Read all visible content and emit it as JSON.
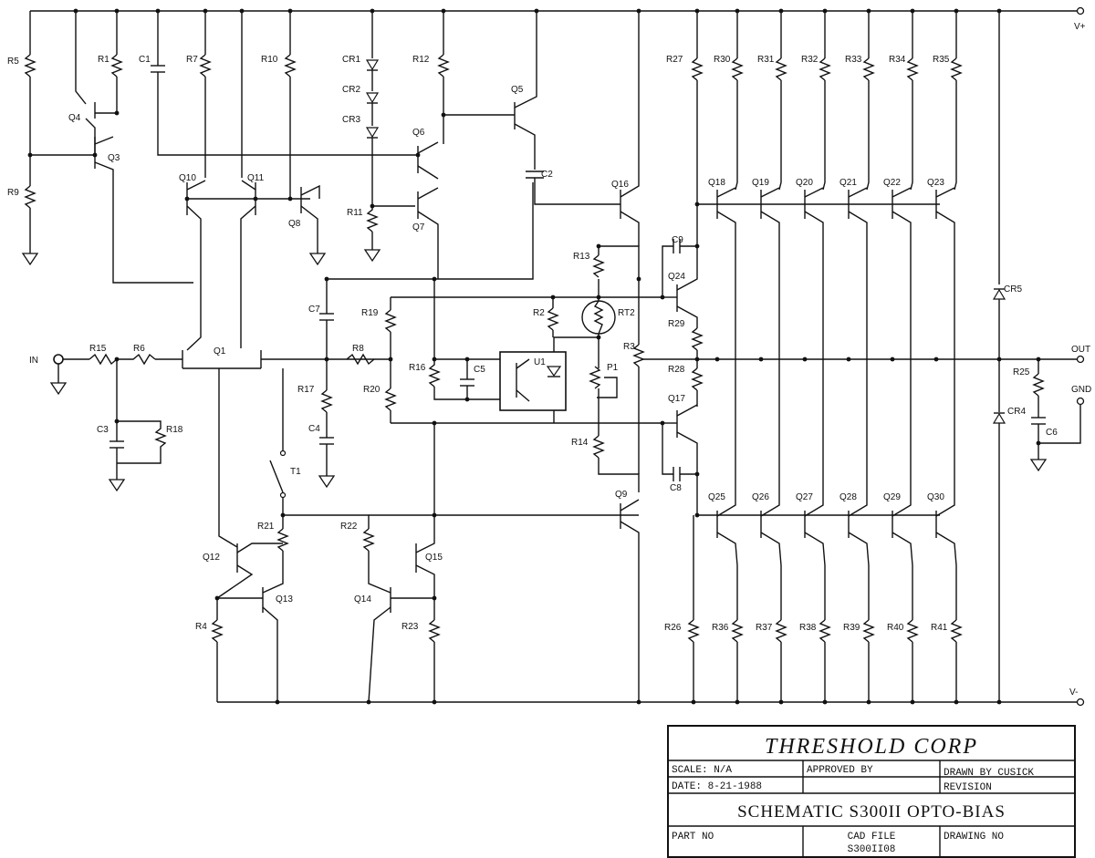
{
  "title_block": {
    "company": "THRESHOLD CORP",
    "scale": "SCALE: N/A",
    "approved": "APPROVED BY",
    "drawn": "DRAWN BY CUSICK",
    "date": "DATE: 8-21-1988",
    "revision": "REVISION",
    "schematic_title": "SCHEMATIC S300II OPTO-BIAS",
    "part_no": "PART NO",
    "cad_file_label": "CAD FILE",
    "cad_file": "S300II08",
    "drawing_no": "DRAWING NO"
  },
  "rails": {
    "vplus": "V+",
    "vminus": "V-",
    "in": "IN",
    "out": "OUT",
    "gnd": "GND"
  },
  "labels": {
    "R1": "R1",
    "R2": "R2",
    "R3": "R3",
    "R4": "R4",
    "R5": "R5",
    "R6": "R6",
    "R7": "R7",
    "R8": "R8",
    "R9": "R9",
    "R10": "R10",
    "R11": "R11",
    "R12": "R12",
    "R13": "R13",
    "R14": "R14",
    "R15": "R15",
    "R16": "R16",
    "R17": "R17",
    "R18": "R18",
    "R19": "R19",
    "R20": "R20",
    "R21": "R21",
    "R22": "R22",
    "R23": "R23",
    "R25": "R25",
    "R26": "R26",
    "R27": "R27",
    "R28": "R28",
    "R29": "R29",
    "R30": "R30",
    "R31": "R31",
    "R32": "R32",
    "R33": "R33",
    "R34": "R34",
    "R35": "R35",
    "R36": "R36",
    "R37": "R37",
    "R38": "R38",
    "R39": "R39",
    "R40": "R40",
    "R41": "R41",
    "C1": "C1",
    "C2": "C2",
    "C3": "C3",
    "C4": "C4",
    "C5": "C5",
    "C6": "C6",
    "C7": "C7",
    "C8": "C8",
    "C9": "C9",
    "CR1": "CR1",
    "CR2": "CR2",
    "CR3": "CR3",
    "CR4": "CR4",
    "CR5": "CR5",
    "Q1": "Q1",
    "Q3": "Q3",
    "Q4": "Q4",
    "Q5": "Q5",
    "Q6": "Q6",
    "Q7": "Q7",
    "Q8": "Q8",
    "Q9": "Q9",
    "Q10": "Q10",
    "Q11": "Q11",
    "Q12": "Q12",
    "Q13": "Q13",
    "Q14": "Q14",
    "Q15": "Q15",
    "Q16": "Q16",
    "Q17": "Q17",
    "Q18": "Q18",
    "Q19": "Q19",
    "Q20": "Q20",
    "Q21": "Q21",
    "Q22": "Q22",
    "Q23": "Q23",
    "Q24": "Q24",
    "Q25": "Q25",
    "Q26": "Q26",
    "Q27": "Q27",
    "Q28": "Q28",
    "Q29": "Q29",
    "Q30": "Q30",
    "U1": "U1",
    "P1": "P1",
    "RT2": "RT2",
    "T1": "T1"
  }
}
